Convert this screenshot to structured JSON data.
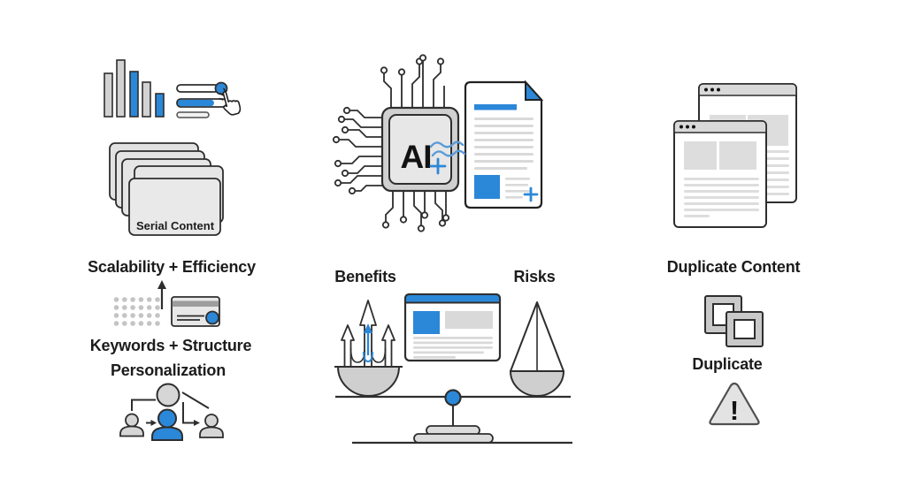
{
  "left_column": {
    "serial_content_label": "Serial Content",
    "scalability_label": "Scalability + Efficiency",
    "keywords_label": "Keywords + Structure",
    "personalization_label": "Personalization"
  },
  "center_column": {
    "chip_label": "AI",
    "benefits_label": "Benefits",
    "risks_label": "Risks"
  },
  "right_column": {
    "duplicate_content_label": "Duplicate Content",
    "duplicate_label": "Duplicate",
    "warning_glyph": "!"
  },
  "icons": {
    "bar_chart": "bar-chart-icon",
    "search_result_bars": "search-result-bars-icon",
    "click_cursor": "click-cursor-icon",
    "stacked_cards": "stacked-cards-icon",
    "keyboard_dots": "keyboard-dots-icon",
    "up_arrow": "up-arrow-icon",
    "credit_card": "card-icon",
    "people_network": "people-network-icon",
    "ai_chip": "ai-chip-icon",
    "document": "document-icon",
    "growth_arrows": "growth-arrows-icon",
    "webpage_card": "webpage-card-icon",
    "balance_scale": "balance-scale-icon",
    "duplicate_windows": "duplicate-windows-icon",
    "duplicate_squares": "duplicate-squares-icon",
    "warning_triangle": "warning-triangle-icon"
  },
  "colors": {
    "accent_blue": "#2b87d8",
    "light_blue": "#5a9bd8",
    "outline_dark": "#2e2e2e",
    "fill_gray": "#d6d6d6",
    "line_gray": "#d9d9d9",
    "text_color": "#1c1c1c",
    "background": "#ffffff"
  }
}
